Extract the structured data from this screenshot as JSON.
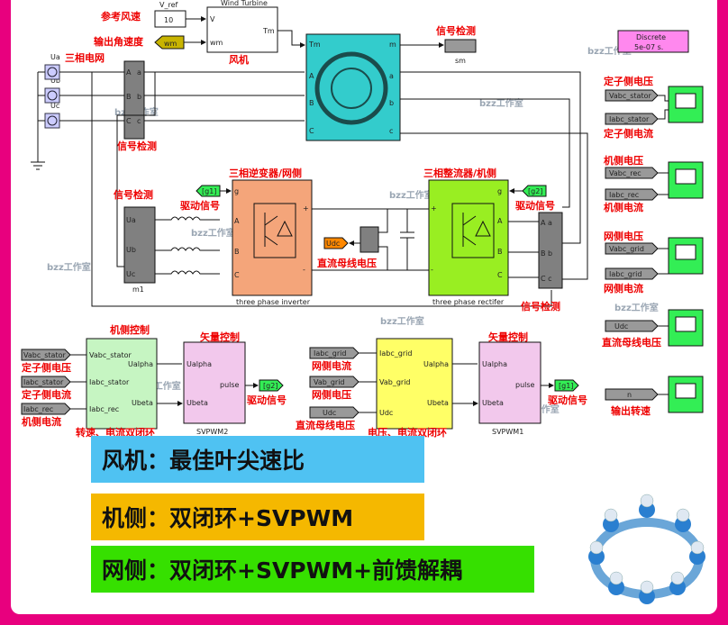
{
  "labels": {
    "ref_wind": "参考风速",
    "out_speed": "输出角速度",
    "fengji": "风机",
    "v_ref": "V_ref",
    "v_ref_val": "10",
    "wind_turbine": "Wind Turbine",
    "sig_detect_top": "信号检测",
    "sm": "sm",
    "discrete_1": "Discrete",
    "discrete_2": "5e-07 s.",
    "three_phase_grid": "三相电网",
    "sig_detect_left": "信号检测",
    "stator_volt": "定子侧电压",
    "stator_curr": "定子侧电流",
    "rec_volt": "机侧电压",
    "rec_curr": "机侧电流",
    "grid_volt": "网侧电压",
    "grid_curr": "网侧电流",
    "dc_volt_scope": "直流母线电压",
    "speed_out": "输出转速",
    "inverter_title": "三相逆变器/网侧",
    "rectifier_title": "三相整流器/机侧",
    "sig_detect_mid": "信号检测",
    "drive_sig_1": "驱动信号",
    "drive_sig_2": "驱动信号",
    "dc_bus_label": "直流母线电压",
    "sig_detect_right": "信号检测",
    "inverter_name": "three phase inverter",
    "rectifier_name": "three phase rectifer",
    "m1": "m1",
    "g1": "[g1]",
    "g2": "[g2]",
    "udc": "Udc",
    "machine_ctrl": "机侧控制",
    "vector_ctrl_1": "矢量控制",
    "grid_ctrl_bottom": "电压、电流双闭环",
    "vector_ctrl_2": "矢量控制",
    "speed_loop": "转速、电流双闭环",
    "stator_v_in": "定子侧电压",
    "stator_c_in": "定子侧电流",
    "rec_c_in": "机侧电流",
    "drive_sig_3": "驱动信号",
    "grid_curr_in": "网侧电流",
    "grid_volt_in": "网侧电压",
    "dc_bus_in": "直流母线电压",
    "drive_sig_4": "驱动信号",
    "svpwm2": "SVPWM2",
    "svpwm1": "SVPWM1",
    "watermark": "bzz工作室"
  },
  "signals": {
    "vabc_stator": "Vabc_stator",
    "iabc_stator": "Iabc_stator",
    "vabc_rec": "Vabc_rec",
    "iabc_rec": "Iabc_rec",
    "vabc_grid": "Vabc_grid",
    "iabc_grid": "Iabc_grid",
    "vab_grid": "Vab_grid",
    "udc": "Udc",
    "n": "n",
    "wm": "wm"
  },
  "ports": {
    "ua": "Ua",
    "ub": "Ub",
    "uc": "Uc",
    "a": "a",
    "b": "b",
    "c": "c",
    "A": "A",
    "B": "B",
    "C": "C",
    "Aa": "A a",
    "Bb": "B b",
    "Cc": "C c",
    "UaA": "Ua A",
    "UbB": "Ub B",
    "UcC": "Uc C",
    "tm": "Tm",
    "m": "m",
    "v": "V",
    "wm": "wm",
    "ualpha": "Ualpha",
    "ubeta": "Ubeta",
    "pulse": "pulse",
    "udc_p": "Udc",
    "vabc_stator": "Vabc_stator",
    "iabc_stator": "Iabc_stator",
    "iabc_rec": "Iabc_rec",
    "iabc_grid": "Iabc_grid",
    "vab_grid": "Vab_grid",
    "g": "g",
    "plus": "+",
    "minus": "-"
  },
  "banners": {
    "b1": "风机：最佳叶尖速比",
    "b2": "机侧：双闭环+SVPWM",
    "b3": "网侧：双闭环+SVPWM+前馈解耦"
  },
  "colors": {
    "border": "#e8007e",
    "wind": "#c8b400",
    "machine": "#33cccc",
    "bus": "#808080",
    "inverter": "#f4a57a",
    "rectifier": "#99ee22",
    "ctrl": "#c6f5c2",
    "svpwm": "#f2c8ec",
    "grid_ctrl": "#ffff66",
    "scope": "#33ee55",
    "discrete": "#ff88ee",
    "banner1": "#4fc2f2",
    "banner2": "#f5b800",
    "banner3": "#36e000"
  }
}
